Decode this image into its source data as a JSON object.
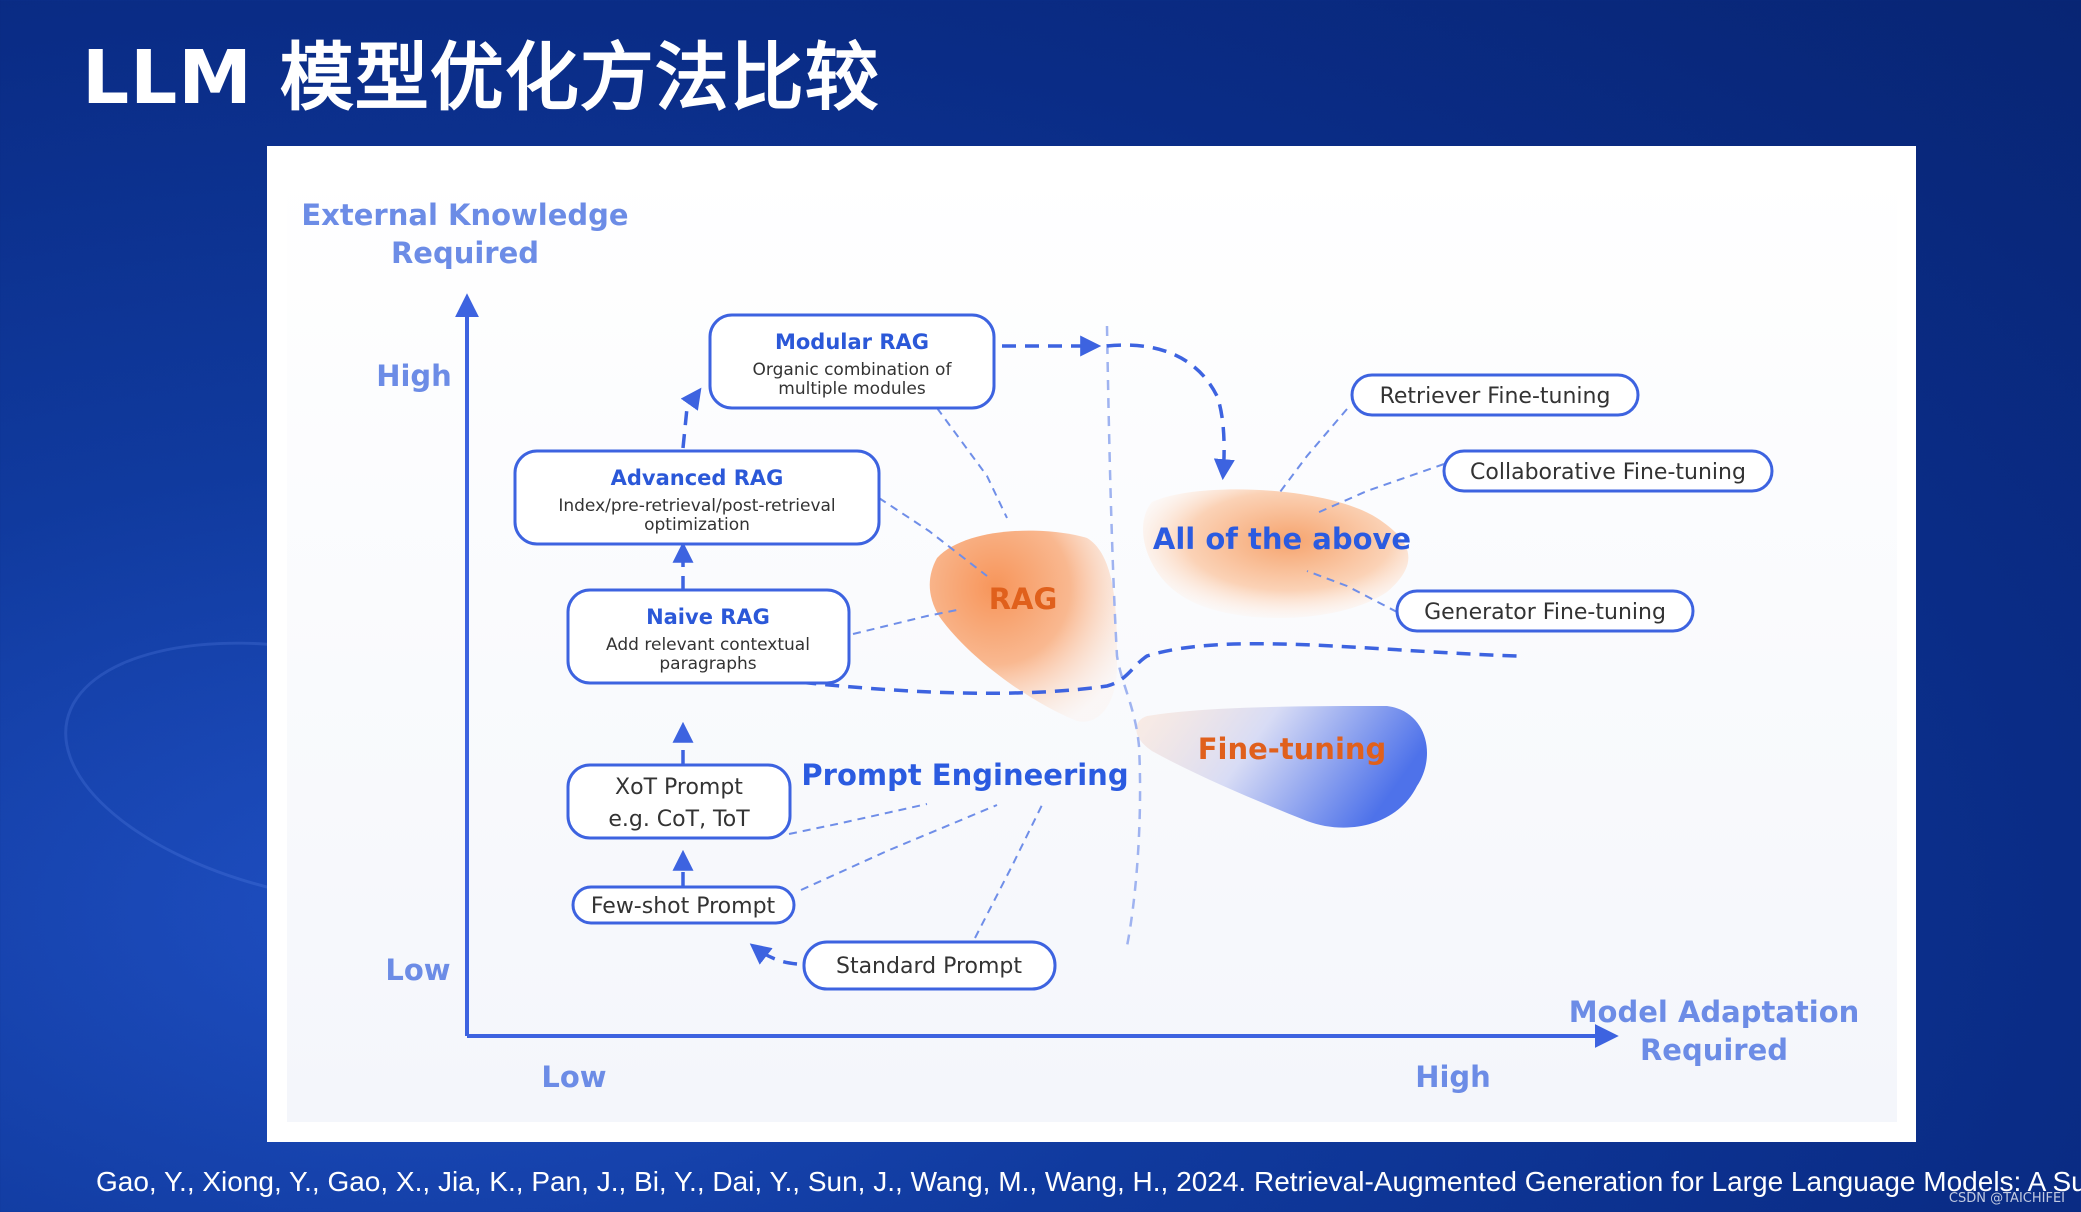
{
  "title": "LLM 模型优化方法比较",
  "citation": "Gao, Y., Xiong, Y., Gao, X., Jia, K., Pan, J., Bi, Y., Dai, Y., Sun, J., Wang, M., Wang, H., 2024. Retrieval-Augmented Generation for Large Language Models: A Survey",
  "watermark": "CSDN @TAICHIFEI",
  "diagram": {
    "y_axis": {
      "title_line1": "External Knowledge",
      "title_line2": "Required",
      "high": "High",
      "low": "Low"
    },
    "x_axis": {
      "title_line1": "Model Adaptation",
      "title_line2": "Required",
      "low": "Low",
      "high": "High"
    },
    "nodes": {
      "modular_rag": {
        "title": "Modular RAG",
        "sub1": "Organic combination of",
        "sub2": "multiple modules"
      },
      "advanced_rag": {
        "title": "Advanced RAG",
        "sub1": "Index/pre-retrieval/post-retrieval",
        "sub2": "optimization"
      },
      "naive_rag": {
        "title": "Naive RAG",
        "sub1": "Add relevant contextual",
        "sub2": "paragraphs"
      },
      "xot_prompt": {
        "line1": "XoT Prompt",
        "line2": "e.g. CoT, ToT"
      },
      "few_shot_prompt": "Few-shot Prompt",
      "standard_prompt": "Standard Prompt",
      "retriever_ft": "Retriever Fine-tuning",
      "collaborative_ft": "Collaborative Fine-tuning",
      "generator_ft": "Generator Fine-tuning"
    },
    "regions": {
      "rag": "RAG",
      "all_of_above": "All of the above",
      "fine_tuning": "Fine-tuning",
      "prompt_engineering": "Prompt Engineering"
    }
  },
  "colors": {
    "background": "#0a2c86",
    "accent_blue": "#3d63e0",
    "accent_orange": "#e0601c",
    "panel": "#ffffff"
  }
}
